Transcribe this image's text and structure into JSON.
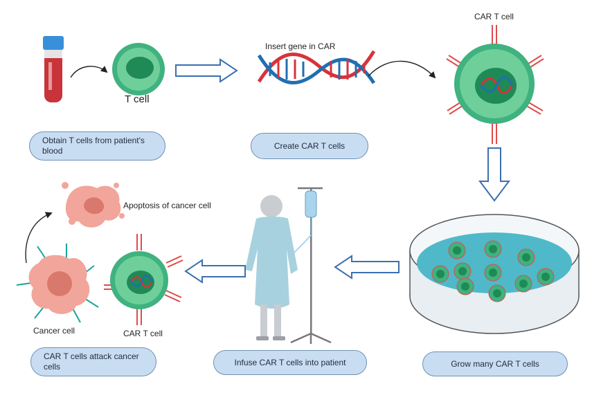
{
  "labels": {
    "t_cell": "T cell",
    "insert_gene": "Insert gene in CAR",
    "car_t_cell_top": "CAR T cell",
    "apoptosis": "Apoptosis of cancer cell",
    "cancer_cell": "Cancer cell",
    "car_t_cell_bottom": "CAR T cell"
  },
  "steps": {
    "obtain": "Obtain T cells from patient's blood",
    "create": "Create CAR T cells",
    "grow": "Grow many CAR T cells",
    "infuse": "Infuse CAR T cells into patient",
    "attack": "CAR T cells attack cancer cells"
  },
  "colors": {
    "cell_green": "#3fb27f",
    "cell_light": "#6fcf9b",
    "nucleus": "#1f8a55",
    "dna_red": "#d8323a",
    "dna_blue": "#1f6fb2",
    "cancer_pink": "#f2a59a",
    "receptor_red": "#e04a4a",
    "arrow_outline": "#3b6fb0",
    "pill_fill": "#c9ddf2"
  }
}
